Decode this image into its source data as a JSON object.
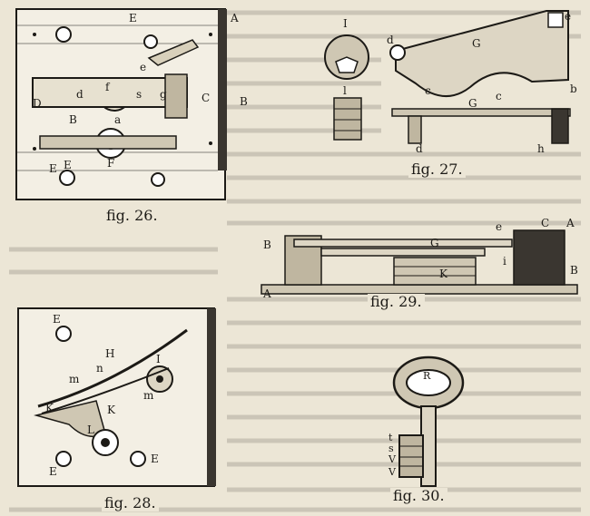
{
  "figures": [
    {
      "id": "fig26",
      "caption": "fig. 26.",
      "letters": [
        "E",
        "E",
        "A",
        "B",
        "C",
        "D",
        "B",
        "f",
        "d",
        "e",
        "s",
        "g",
        "a",
        "E",
        "F"
      ]
    },
    {
      "id": "fig27",
      "caption": "fig. 27.",
      "letters": [
        "I",
        "l",
        "d",
        "e",
        "G",
        "c",
        "c",
        "b",
        "G",
        "d",
        "h"
      ]
    },
    {
      "id": "fig28",
      "caption": "fig. 28.",
      "letters": [
        "E",
        "H",
        "n",
        "m",
        "I",
        "m",
        "K",
        "K",
        "L",
        "E",
        "E"
      ]
    },
    {
      "id": "fig29",
      "caption": "fig. 29.",
      "letters": [
        "A",
        "C",
        "B",
        "e",
        "G",
        "K",
        "i",
        "A",
        "B"
      ]
    },
    {
      "id": "fig30",
      "caption": "fig. 30.",
      "letters": [
        "R",
        "t",
        "s",
        "V",
        "V"
      ]
    }
  ]
}
